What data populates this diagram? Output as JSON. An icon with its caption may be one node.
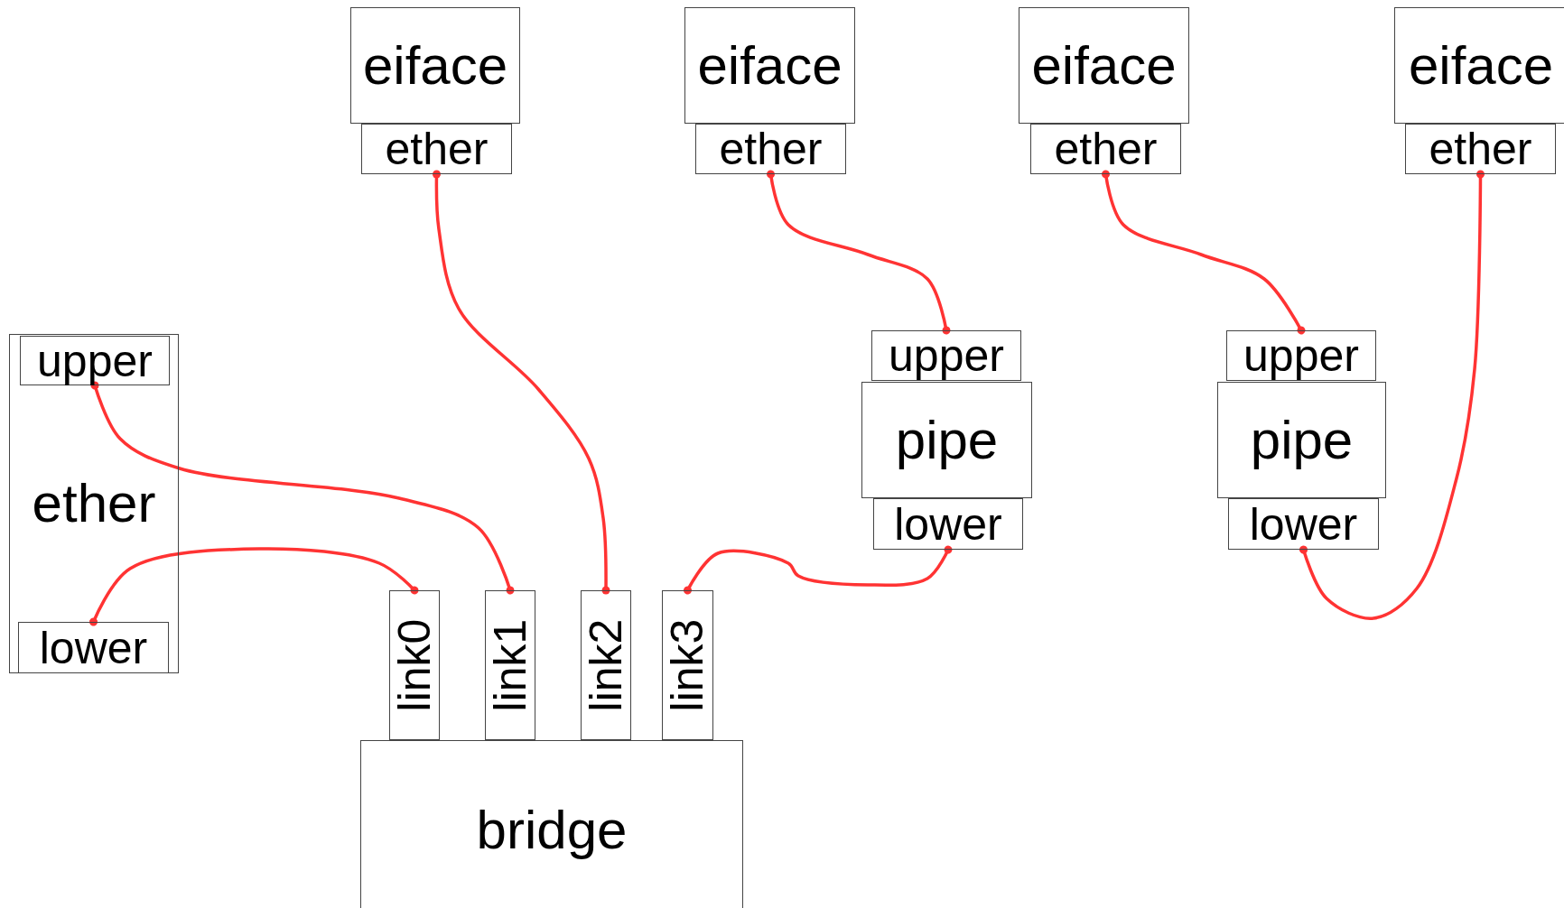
{
  "diagram": {
    "nodes": [
      {
        "text": [
          "eiface"
        ]
      },
      {
        "text": [
          "ether"
        ]
      },
      {
        "text": [
          "eiface"
        ]
      },
      {
        "text": [
          "ether"
        ]
      },
      {
        "text": [
          "eiface"
        ]
      },
      {
        "text": [
          "ether"
        ]
      },
      {
        "text": [
          "eiface"
        ]
      },
      {
        "text": [
          "ether"
        ]
      },
      {
        "text": [
          "ether"
        ]
      },
      {
        "text": [
          "upper"
        ],
        "in": 8
      },
      {
        "text": [
          "lower"
        ],
        "in": 8
      },
      {
        "text": [
          "upper"
        ]
      },
      {
        "text": [
          "pipe"
        ]
      },
      {
        "text": [
          "lower"
        ]
      },
      {
        "text": [
          "upper"
        ]
      },
      {
        "text": [
          "pipe"
        ]
      },
      {
        "text": [
          "lower"
        ]
      },
      {
        "text": [
          "link0"
        ]
      },
      {
        "text": [
          "link1"
        ]
      },
      {
        "text": [
          "link2"
        ]
      },
      {
        "text": [
          "link3"
        ]
      },
      {
        "text": [
          "bridge"
        ]
      }
    ],
    "edges": [
      {
        "from": 9,
        "to": 18,
        "arrow": "other"
      },
      {
        "from": 10,
        "to": 17,
        "arrow": "other"
      },
      {
        "from": 1,
        "to": 19,
        "arrow": "other"
      },
      {
        "from": 3,
        "to": 11,
        "arrow": "other"
      },
      {
        "from": 13,
        "to": 20,
        "arrow": "other"
      },
      {
        "from": 5,
        "to": 14,
        "arrow": "other"
      },
      {
        "from": 7,
        "to": 16,
        "arrow": "other"
      }
    ]
  }
}
